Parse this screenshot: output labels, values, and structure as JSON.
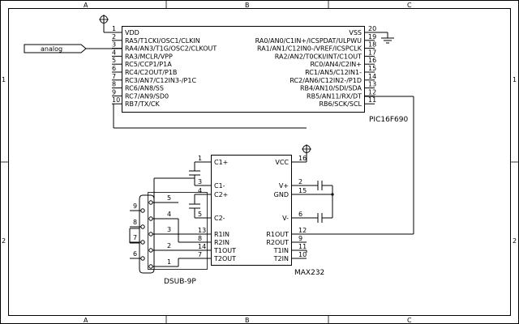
{
  "frame": {
    "columns": [
      "A",
      "B",
      "C"
    ],
    "rows": [
      "1",
      "2"
    ]
  },
  "pic": {
    "part": "PIC16F690",
    "left_pins": [
      {
        "num": "1",
        "name": "VDD"
      },
      {
        "num": "2",
        "name": "RA5/T1CKI/OSC1/CLKIN"
      },
      {
        "num": "3",
        "name": "RA4/AN3/T1G/OSC2/CLKOUT"
      },
      {
        "num": "4",
        "name": "RA3/MCLR/VPP"
      },
      {
        "num": "5",
        "name": "RC5/CCP1/P1A"
      },
      {
        "num": "6",
        "name": "RC4/C2OUT/P1B"
      },
      {
        "num": "7",
        "name": "RC3/AN7/C12IN3-/P1C"
      },
      {
        "num": "8",
        "name": "RC6/AN8/SS"
      },
      {
        "num": "9",
        "name": "RC7/AN9/SD0"
      },
      {
        "num": "10",
        "name": "RB7/TX/CK"
      }
    ],
    "right_pins": [
      {
        "num": "20",
        "name": "VSS"
      },
      {
        "num": "19",
        "name": "RA0/AN0/C1IN+/ICSPDAT/ULPWU"
      },
      {
        "num": "18",
        "name": "RA1/AN1/C12IN0-/VREF/ICSPCLK"
      },
      {
        "num": "17",
        "name": "RA2/AN2/T0CKI/INT/C1OUT"
      },
      {
        "num": "16",
        "name": "RC0/AN4/C2IN+"
      },
      {
        "num": "15",
        "name": "RC1/AN5/C12IN1-"
      },
      {
        "num": "14",
        "name": "RC2/AN6/C12IN2-/P1D"
      },
      {
        "num": "13",
        "name": "RB4/AN10/SDI/SDA"
      },
      {
        "num": "12",
        "name": "RB5/AN11/RX/DT"
      },
      {
        "num": "11",
        "name": "RB6/SCK/SCL"
      }
    ]
  },
  "net_label": "analog",
  "max": {
    "part": "MAX232",
    "left_pins": [
      {
        "num": "1",
        "name": "C1+"
      },
      {
        "num": "3",
        "name": "C1-"
      },
      {
        "num": "4",
        "name": "C2+"
      },
      {
        "num": "5",
        "name": "C2-"
      },
      {
        "num": "13",
        "name": "R1IN"
      },
      {
        "num": "8",
        "name": "R2IN"
      },
      {
        "num": "14",
        "name": "T1OUT"
      },
      {
        "num": "7",
        "name": "T2OUT"
      }
    ],
    "right_pins": [
      {
        "num": "16",
        "name": "VCC"
      },
      {
        "num": "2",
        "name": "V+"
      },
      {
        "num": "15",
        "name": "GND"
      },
      {
        "num": "6",
        "name": "V-"
      },
      {
        "num": "12",
        "name": "R1OUT"
      },
      {
        "num": "9",
        "name": "R2OUT"
      },
      {
        "num": "11",
        "name": "T1IN"
      },
      {
        "num": "10",
        "name": "T2IN"
      }
    ]
  },
  "dsub": {
    "part": "DSUB-9P",
    "pins": [
      "5",
      "9",
      "4",
      "8",
      "3",
      "7",
      "2",
      "6",
      "1"
    ]
  }
}
